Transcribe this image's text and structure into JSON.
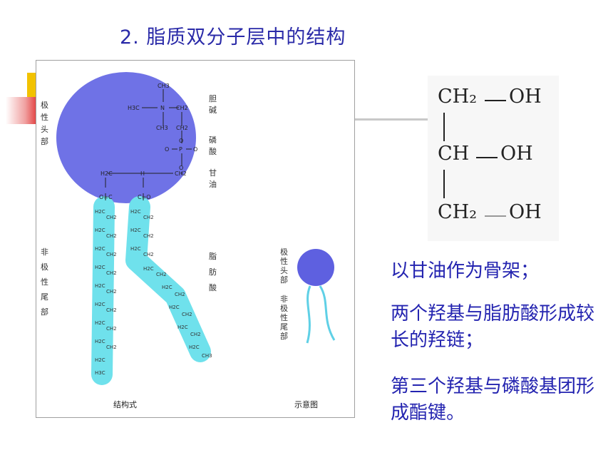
{
  "title": "2. 脂质双分子层中的结构",
  "figure": {
    "left_labels": {
      "head": "极性头部",
      "tail": "非极性尾部"
    },
    "right_labels": {
      "choline": "胆碱",
      "phosphate": "磷酸",
      "glycerol": "甘油",
      "fatty_acid": "脂肪酸"
    },
    "schematic_labels": {
      "head": "极性头部",
      "tail": "非极性尾部"
    },
    "captions": {
      "structure": "结构式",
      "schematic": "示意图"
    },
    "chem": {
      "choline_n": "N",
      "ch3_top": "CH3",
      "ch3_left": "H3C",
      "ch3_mid": "CH3",
      "ch2_a": "CH2",
      "ch2_b": "CH2",
      "p": "P",
      "o_left": "O",
      "o_right": "O",
      "o_top": "O",
      "o_bottom": "O",
      "h2c_gly": "H2C",
      "ch_gly": "H",
      "ch2_gly": "CH2",
      "ester1": "O=C",
      "ester2": "C=O",
      "chain_unit_a": "H2C",
      "chain_unit_b": "CH2",
      "chain_end": "H3C",
      "chain_end2": "CH3"
    },
    "colors": {
      "head": "#6f72e6",
      "tail": "#6fe1ec",
      "schematic_head": "#5e60e0",
      "schematic_tail": "#5fd0e6"
    }
  },
  "glycerol": {
    "row1_group": "CH₂",
    "row1_oh": "OH",
    "row2_group": "CH",
    "row2_oh": "OH",
    "row3_group": "CH₂",
    "row3_oh": "OH"
  },
  "description": {
    "line1": "以甘油作为骨架；",
    "line2": "两个羟基与脂肪酸形成较长的羟链；",
    "line3": "第三个羟基与磷酸基团形成酯键。"
  }
}
